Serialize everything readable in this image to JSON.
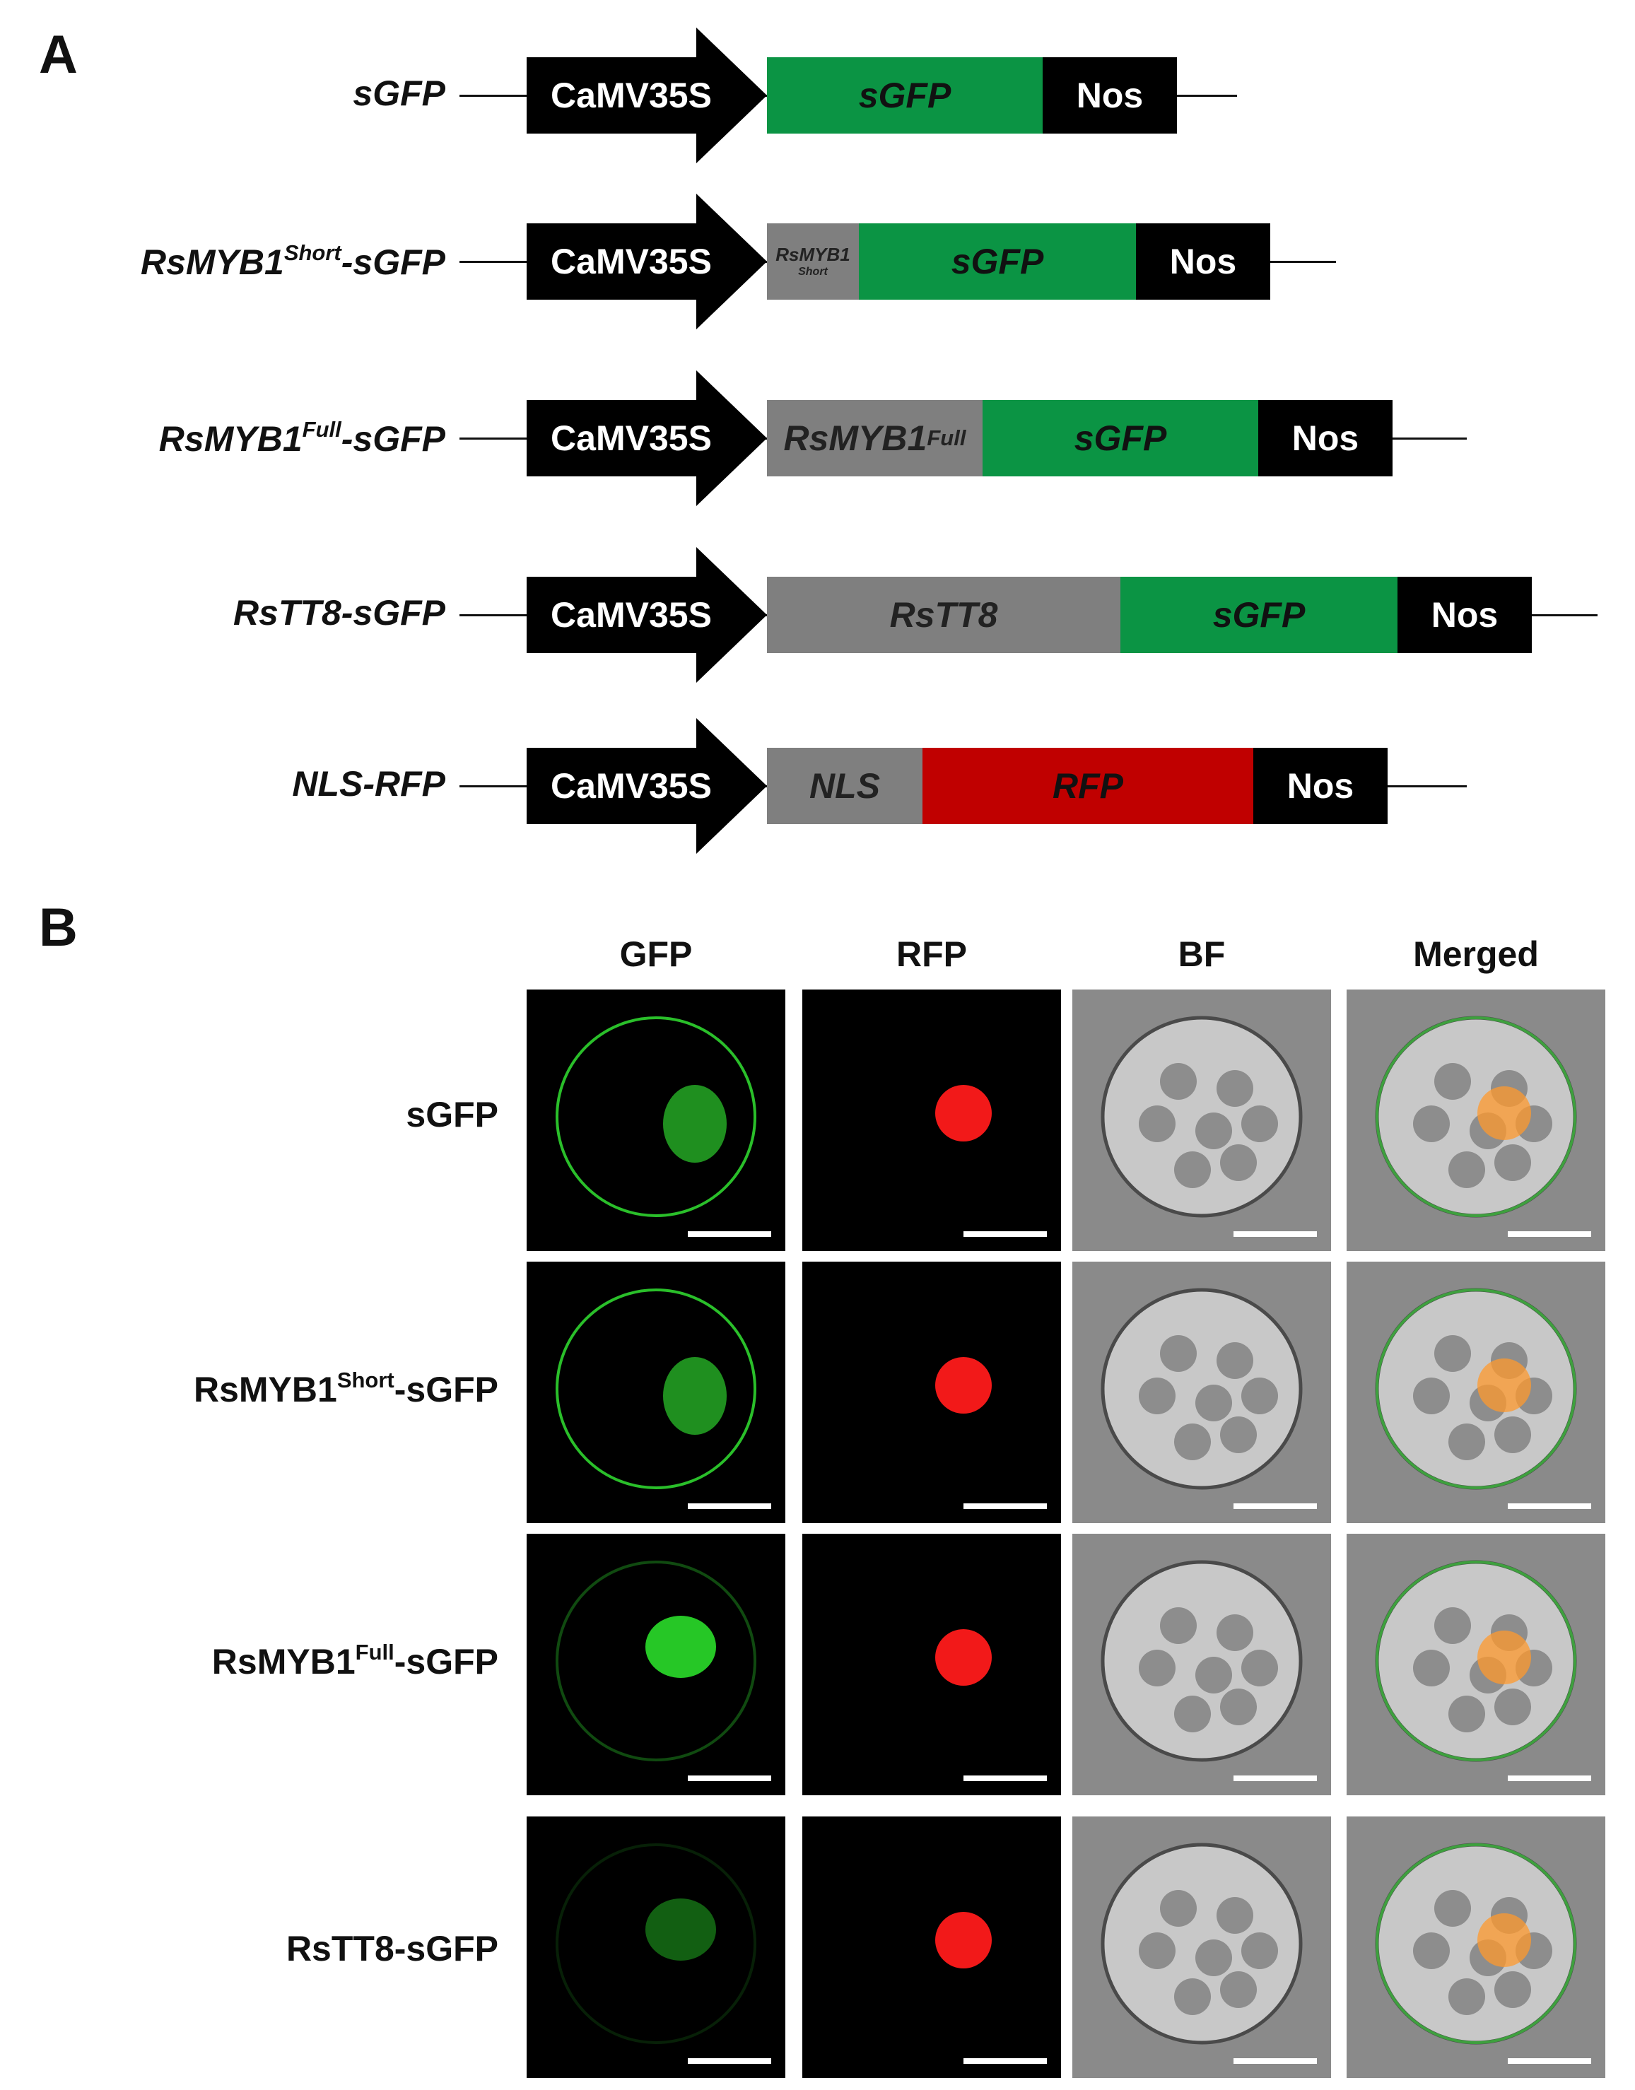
{
  "colors": {
    "promoter": "#000000",
    "sgfp": "#0b9444",
    "gene": "#7f7f7f",
    "nos": "#000000",
    "rfp": "#c00000",
    "line": "#111111"
  },
  "panel_a": {
    "letter": "A",
    "constructs": [
      {
        "label": "sGFP",
        "label_sup": "",
        "label_suffix": "",
        "segments": [
          {
            "kind": "promoter",
            "text": "CaMV35S"
          },
          {
            "kind": "sgfp",
            "text": "sGFP"
          },
          {
            "kind": "nos",
            "text": "Nos"
          }
        ]
      },
      {
        "label": "RsMYB1",
        "label_sup": "Short",
        "label_suffix": "-sGFP",
        "segments": [
          {
            "kind": "promoter",
            "text": "CaMV35S"
          },
          {
            "kind": "gene",
            "text": "RsMYB1",
            "text_small": "Short"
          },
          {
            "kind": "sgfp",
            "text": "sGFP"
          },
          {
            "kind": "nos",
            "text": "Nos"
          }
        ]
      },
      {
        "label": "RsMYB1",
        "label_sup": "Full",
        "label_suffix": "-sGFP",
        "segments": [
          {
            "kind": "promoter",
            "text": "CaMV35S"
          },
          {
            "kind": "gene",
            "text": "RsMYB1",
            "text_sup": "Full"
          },
          {
            "kind": "sgfp",
            "text": "sGFP"
          },
          {
            "kind": "nos",
            "text": "Nos"
          }
        ]
      },
      {
        "label": "RsTT8-sGFP",
        "label_sup": "",
        "label_suffix": "",
        "segments": [
          {
            "kind": "promoter",
            "text": "CaMV35S"
          },
          {
            "kind": "gene",
            "text": "RsTT8"
          },
          {
            "kind": "sgfp",
            "text": "sGFP"
          },
          {
            "kind": "nos",
            "text": "Nos"
          }
        ]
      },
      {
        "label": "NLS-RFP",
        "label_sup": "",
        "label_suffix": "",
        "segments": [
          {
            "kind": "promoter",
            "text": "CaMV35S"
          },
          {
            "kind": "gene",
            "text": "NLS"
          },
          {
            "kind": "rfp",
            "text": "RFP"
          },
          {
            "kind": "nos",
            "text": "Nos"
          }
        ]
      }
    ]
  },
  "panel_b": {
    "letter": "B",
    "columns": [
      {
        "key": "gfp",
        "label": "GFP"
      },
      {
        "key": "rfp",
        "label": "RFP"
      },
      {
        "key": "bf",
        "label": "BF"
      },
      {
        "key": "merged",
        "label": "Merged"
      }
    ],
    "rows": [
      {
        "label": "sGFP",
        "label_sup": "",
        "label_suffix": "",
        "localization": "cytoplasm-and-nucleus"
      },
      {
        "label": "RsMYB1",
        "label_sup": "Short",
        "label_suffix": "-sGFP",
        "localization": "cytoplasm-and-nucleus"
      },
      {
        "label": "RsMYB1",
        "label_sup": "Full",
        "label_suffix": "-sGFP",
        "localization": "nucleus"
      },
      {
        "label": "RsTT8-sGFP",
        "label_sup": "",
        "label_suffix": "",
        "localization": "nucleus-weak"
      }
    ]
  }
}
